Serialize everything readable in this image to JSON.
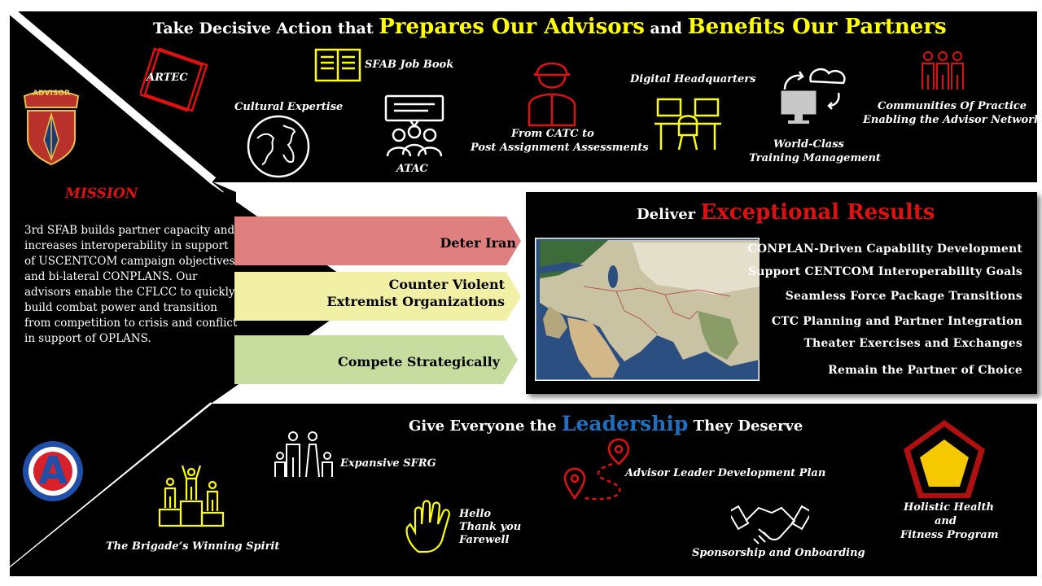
{
  "top": {
    "heading_pre": "Take Decisive Action that",
    "heading_hl1": "Prepares Our Advisors",
    "heading_mid": "and",
    "heading_hl2": "Benefits Our Partners",
    "items": {
      "artec": "ARTEC",
      "job_book": "SFAB Job Book",
      "cultural": "Cultural Expertise",
      "atac": "ATAC",
      "catc_1": "From CATC to",
      "catc_2": "Post Assignment Assessments",
      "digital_hq": "Digital Headquarters",
      "training_1": "World-Class",
      "training_2": "Training Management",
      "communities_1": "Communities Of Practice",
      "communities_2": "Enabling the Advisor Network"
    }
  },
  "mission": {
    "badge": "ADVISOR",
    "title": "MISSION",
    "text": "3rd SFAB builds partner capacity and increases interoperability in support of USCENTCOM campaign objectives and bi-lateral CONPLANS. Our advisors enable the CFLCC to quickly build combat power and transition from competition to crisis and conflict in support of OPLANS."
  },
  "bars": {
    "deter": "Deter Iran",
    "counter_1": "Counter Violent",
    "counter_2": "Extremist Organizations",
    "compete": "Compete Strategically"
  },
  "results": {
    "heading_pre": "Deliver",
    "heading_hl": "Exceptional Results",
    "items": [
      "CONPLAN-Driven  Capability Development",
      "Support CENTCOM  Interoperability Goals",
      "Seamless Force Package Transitions",
      "CTC Planning and Partner Integration",
      "Theater Exercises and  Exchanges",
      "Remain the Partner of Choice"
    ]
  },
  "bottom": {
    "heading_pre": "Give Everyone the",
    "heading_hl": "Leadership",
    "heading_post": "They Deserve",
    "army_letter": "A",
    "items": {
      "winning": "The Brigade’s Winning Spirit",
      "sfrg": "Expansive SFRG",
      "hello_1": "Hello",
      "hello_2": "Thank you",
      "hello_3": "Farewell",
      "aldp": "Advisor Leader Development Plan",
      "sponsor": "Sponsorship and Onboarding",
      "health_1": "Holistic Health",
      "health_2": "and",
      "health_3": "Fitness Program"
    }
  },
  "colors": {
    "yellow": "#ffff00",
    "red": "#e01010",
    "blue": "#1f6fc0",
    "bg": "#000000"
  }
}
